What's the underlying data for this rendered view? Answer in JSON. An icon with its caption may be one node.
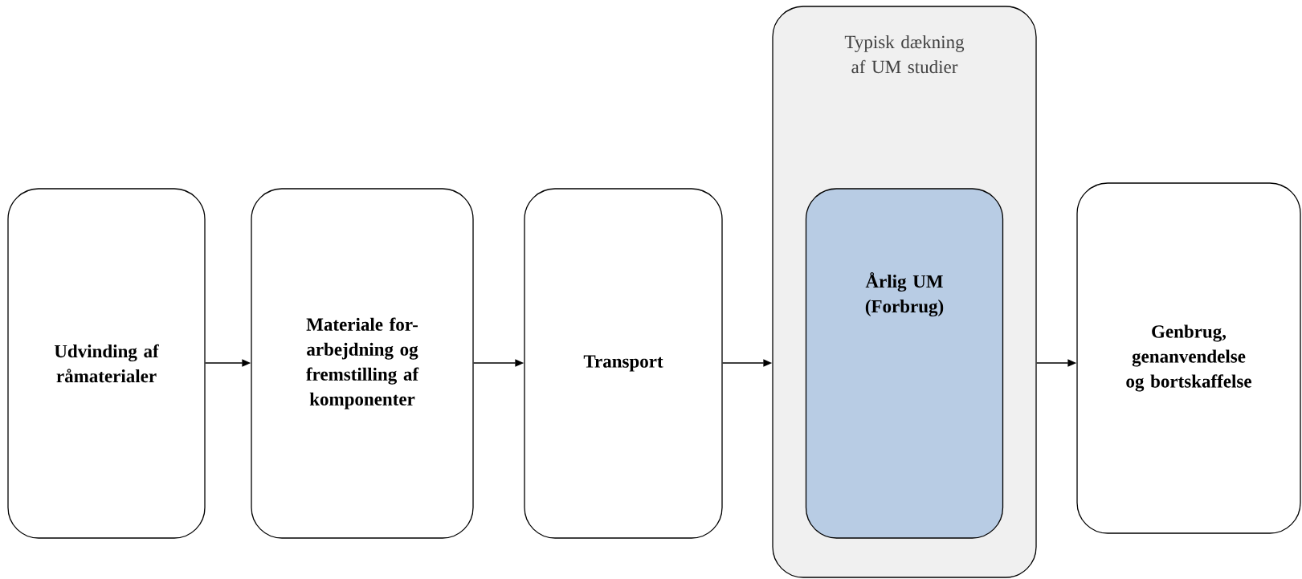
{
  "diagram": {
    "nodes": [
      {
        "text": [
          "Udvinding af råmaterialer"
        ]
      },
      {
        "text": [
          "Materiale for-arbejdning og fremstilling af komponenter"
        ]
      },
      {
        "text": [
          "Transport"
        ]
      },
      {
        "text": [
          "Typisk dækning af UM studier"
        ]
      },
      {
        "text": [
          "Årlig UM (Forbrug)"
        ],
        "in": 3
      },
      {
        "text": [
          "Genbrug, genanvendelse og bortskaffelse"
        ]
      }
    ],
    "edges": [
      {
        "from": 0,
        "to": 1,
        "arrow": "to"
      },
      {
        "from": 1,
        "to": 2,
        "arrow": "to"
      },
      {
        "from": 2,
        "to": 3,
        "arrow": "to"
      },
      {
        "from": 3,
        "to": 5,
        "arrow": "to"
      }
    ]
  }
}
